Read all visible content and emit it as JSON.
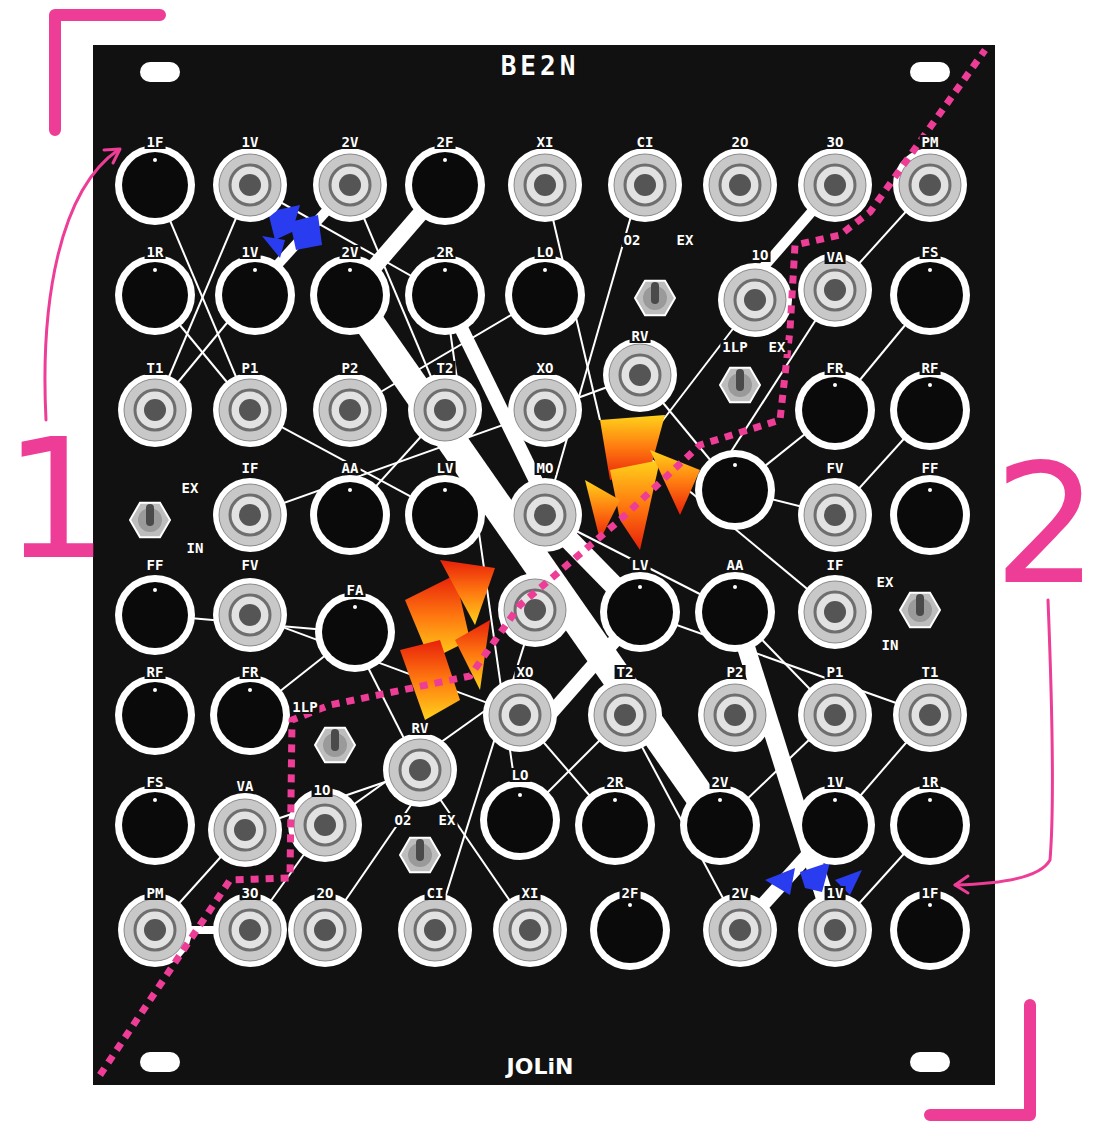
{
  "diagram": {
    "title": "BE2N",
    "labels": [
      "1F",
      "1V",
      "2V",
      "2F",
      "XI",
      "CI",
      "2O",
      "3O",
      "PM",
      "1R",
      "1V",
      "2V",
      "2R",
      "LO",
      "O2",
      "EX",
      "1O",
      "VA",
      "FS",
      "T1",
      "P1",
      "P2",
      "T2",
      "XO",
      "RV",
      "1LP",
      "EX",
      "FR",
      "RF",
      "EX",
      "IN",
      "IF",
      "AA",
      "LV",
      "MO",
      "FV",
      "FF",
      "FF",
      "FV",
      "FA",
      "LV",
      "AA",
      "IF",
      "EX",
      "IN",
      "RF",
      "FR",
      "1LP",
      "RV",
      "XO",
      "T2",
      "P2",
      "P1",
      "T1",
      "FS",
      "VA",
      "1O",
      "O2",
      "EX",
      "LO",
      "2R",
      "2V",
      "1V",
      "1R",
      "PM",
      "3O",
      "2O",
      "CI",
      "XI",
      "2F",
      "2V",
      "1V",
      "1F",
      "JOLiN",
      "1",
      "2"
    ]
  }
}
